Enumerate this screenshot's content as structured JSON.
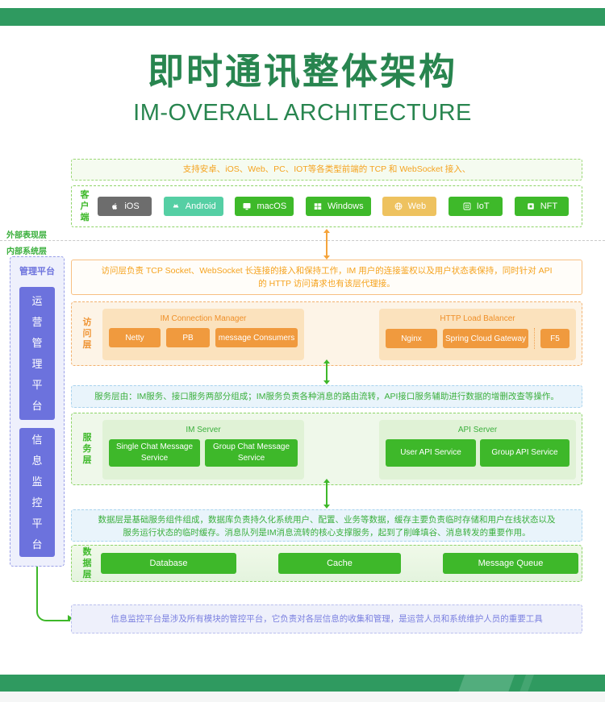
{
  "header": {
    "title": "即时通讯整体架构",
    "subtitle": "IM-OVERALL ARCHITECTURE"
  },
  "labels": {
    "outer_layer": "外部表现层",
    "inner_layer": "内部系统层"
  },
  "client": {
    "description": "支持安卓、iOS、Web、PC、IOT等各类型前端的 TCP 和 WebSocket 接入、",
    "layer_label": "客户端",
    "platforms": [
      {
        "name": "iOS",
        "icon": "apple-icon",
        "color": "#6d6d6d"
      },
      {
        "name": "Android",
        "icon": "android-icon",
        "color": "#55cfa4"
      },
      {
        "name": "macOS",
        "icon": "macos-icon",
        "color": "#3eb92a"
      },
      {
        "name": "Windows",
        "icon": "windows-icon",
        "color": "#3eb92a"
      },
      {
        "name": "Web",
        "icon": "web-icon",
        "color": "#eec25f"
      },
      {
        "name": "IoT",
        "icon": "iot-icon",
        "color": "#3eb92a"
      },
      {
        "name": "NFT",
        "icon": "nft-icon",
        "color": "#3eb92a"
      }
    ]
  },
  "management": {
    "panel_label": "管理平台",
    "platforms": [
      "运营管理平台",
      "信息监控平台"
    ]
  },
  "access": {
    "description": "访问层负责 TCP Socket、WebSocket 长连接的接入和保持工作，IM 用户的连接鉴权以及用户状态表保持，同时针对 API 的 HTTP 访问请求也有该层代理接。",
    "layer_label": "访问层",
    "groups": [
      {
        "title": "IM Connection Manager",
        "items": [
          "Netty",
          "PB",
          "message Consumers"
        ]
      },
      {
        "title": "HTTP Load Balancer",
        "items": [
          "Nginx",
          "Spring Cloud Gateway",
          "F5"
        ]
      }
    ]
  },
  "service": {
    "description": "服务层由：IM服务、接口服务两部分组成；IM服务负责各种消息的路由流转，API接口服务辅助进行数据的增删改查等操作。",
    "layer_label": "服务层",
    "groups": [
      {
        "title": "IM Server",
        "items": [
          "Single Chat Message Service",
          "Group Chat Message Service"
        ]
      },
      {
        "title": "API Server",
        "items": [
          "User API Service",
          "Group API Service"
        ]
      }
    ]
  },
  "data_layer": {
    "description": "数据层是基础服务组件组成，数据库负责持久化系统用户、配置、业务等数据，缓存主要负责临时存储和用户在线状态以及服务运行状态的临时缓存。消息队列是IM消息流转的核心支撑服务，起到了削峰填谷、消息转发的重要作用。",
    "layer_label": "数据层",
    "items": [
      "Database",
      "Cache",
      "Message Queue"
    ]
  },
  "monitor": {
    "description": "信息监控平台是涉及所有模块的管控平台，它负责对各层信息的收集和管理，是运营人员和系统维护人员的重要工具"
  },
  "colors": {
    "brand_green_bar": "#2f9a60",
    "title_green": "#28854f",
    "accent_green": "#3eb82a",
    "accent_orange": "#f09a3e",
    "accent_purple": "#6c72dd",
    "desc_blue_bg": "#e9f4fb",
    "ios_gray": "#6d6d6d",
    "android_mint": "#55cfa4",
    "web_amber": "#eec25f"
  }
}
